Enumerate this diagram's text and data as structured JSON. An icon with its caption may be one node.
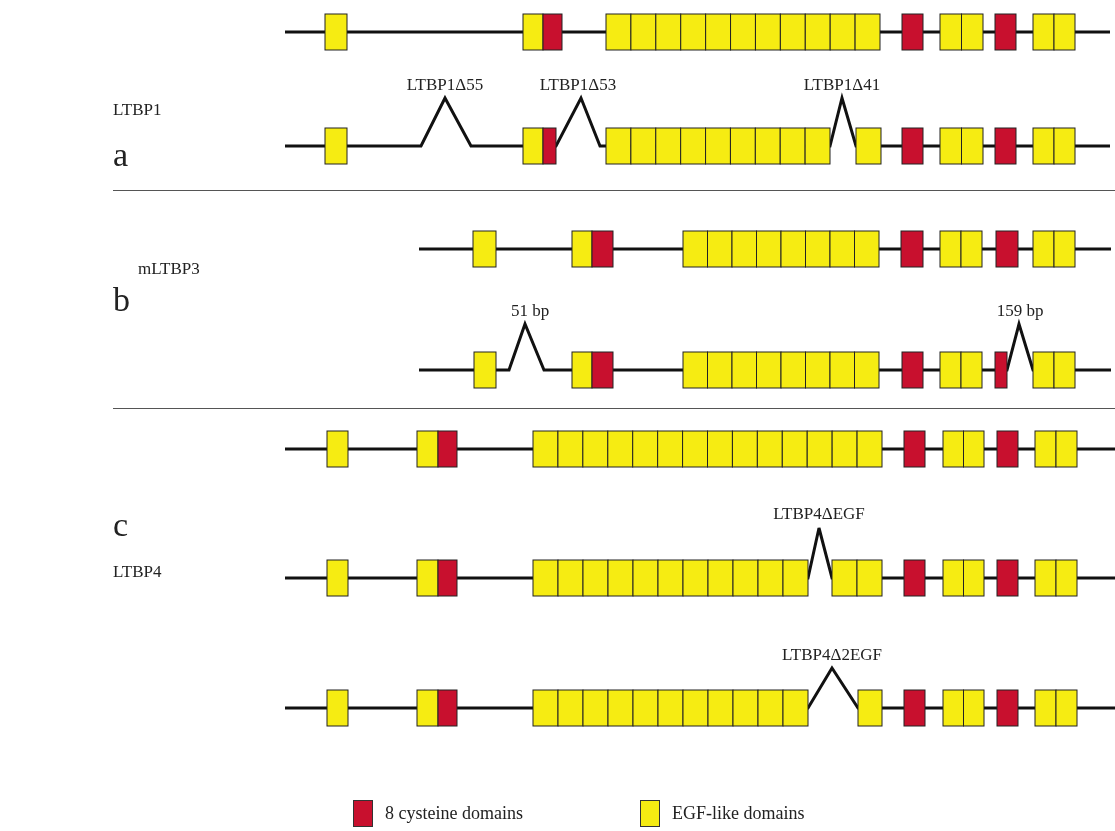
{
  "diagram": {
    "labels": [
      "LTBP1",
      "LTBP1Δ55",
      "LTBP1Δ53",
      "LTBP1Δ41",
      "a",
      "mLTBP3",
      "b",
      "51 bp",
      "159 bp",
      "LTBP4ΔEGF",
      "c",
      "LTBP4",
      "LTBP4Δ2EGF"
    ],
    "legend": [
      {
        "text": "8 cysteine domains",
        "color": "#c8102e"
      },
      {
        "text": "EGF-like domains",
        "color": "#f6ec12"
      }
    ]
  }
}
